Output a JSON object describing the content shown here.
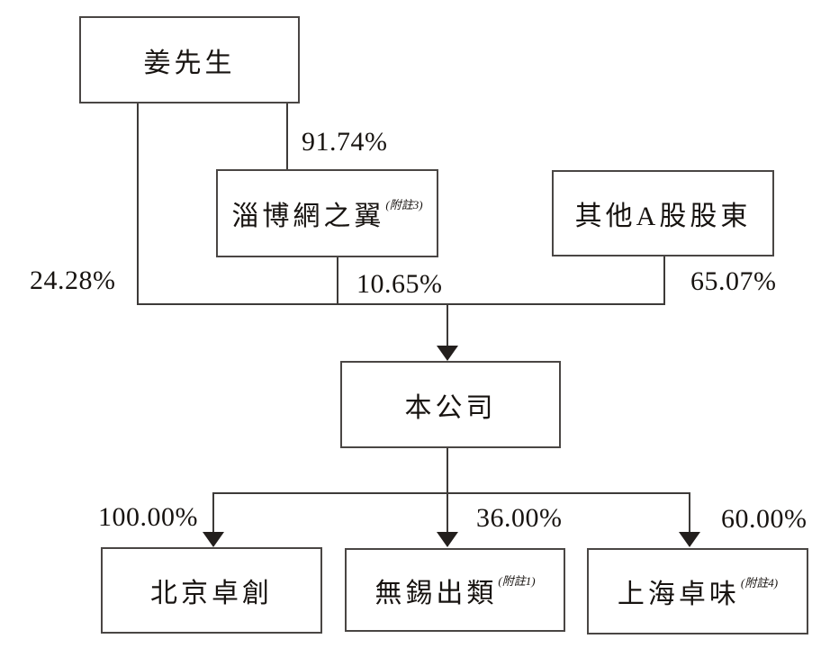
{
  "diagram": {
    "type": "org-shareholding-structure",
    "background": "#ffffff",
    "line_color": "#3d3a38",
    "border_color": "#4a4644",
    "text_color": "#171310",
    "nodes": [
      {
        "id": "mr-jiang",
        "label": "姜先生"
      },
      {
        "id": "zibo-wangzhiyi",
        "label": "淄博網之翼",
        "note": "(附註3)"
      },
      {
        "id": "other-a-shareholders",
        "label": "其他A股股東"
      },
      {
        "id": "company",
        "label": "本公司"
      },
      {
        "id": "beijing-zhuochuang",
        "label": "北京卓創"
      },
      {
        "id": "wuxi-chulei",
        "label": "無錫出類",
        "note": "(附註1)"
      },
      {
        "id": "shanghai-zhuowei",
        "label": "上海卓味",
        "note": "(附註4)"
      }
    ],
    "edges": [
      {
        "from": "mr-jiang",
        "to": "zibo-wangzhiyi",
        "label": "91.74%"
      },
      {
        "from": "mr-jiang",
        "to": "company",
        "label": "24.28%"
      },
      {
        "from": "zibo-wangzhiyi",
        "to": "company",
        "label": "10.65%"
      },
      {
        "from": "other-a-shareholders",
        "to": "company",
        "label": "65.07%"
      },
      {
        "from": "company",
        "to": "beijing-zhuochuang",
        "label": "100.00%"
      },
      {
        "from": "company",
        "to": "wuxi-chulei",
        "label": "36.00%"
      },
      {
        "from": "company",
        "to": "shanghai-zhuowei",
        "label": "60.00%"
      }
    ]
  }
}
